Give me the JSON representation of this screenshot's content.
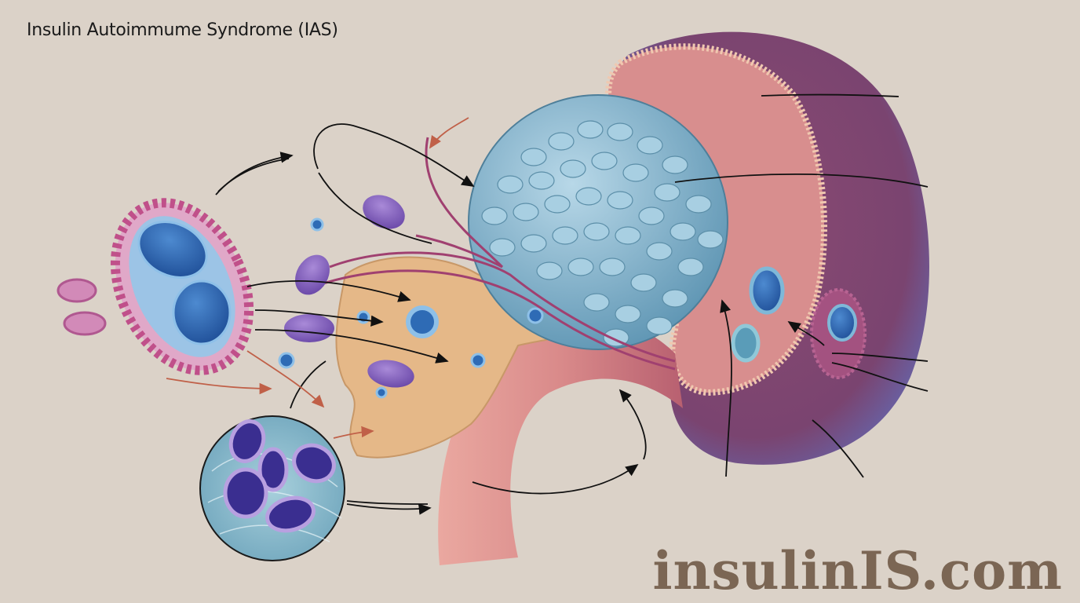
{
  "header": {
    "title": "Insulin Autoimmume Syndrome (IAS)"
  },
  "footer": {
    "watermark": "insulinIS.com"
  },
  "illustration": {
    "subject": "anatomical-pancreas-insulin-autoimmune-diagram",
    "elements": [
      "immune-cell-with-two-nuclei",
      "small-pink-cells",
      "purple-antibody-ovals",
      "blue-cell-dots",
      "tissue-cross-section-circle",
      "tan-pancreas-head",
      "blue-lobulated-gland",
      "pink-duct-tube",
      "purple-organ-cross-section",
      "label-leader-lines"
    ],
    "colors": {
      "background": "#dbd2c8",
      "title": "#1a1a1a",
      "watermark": "#7b6654",
      "gland_blue": "#7fb0c9",
      "organ_purple": "#7a4470",
      "organ_rim": "#6b6fb0",
      "organ_inner_pink": "#d88e8e",
      "pancreas_tan": "#e5b888",
      "duct_pink": "#d98a8a",
      "nucleus_blue": "#2e6bb5",
      "antibody_purple": "#8a66c0",
      "immune_fringe": "#c0508a",
      "arrow": "#111111",
      "arrow_red": "#c06048"
    }
  }
}
